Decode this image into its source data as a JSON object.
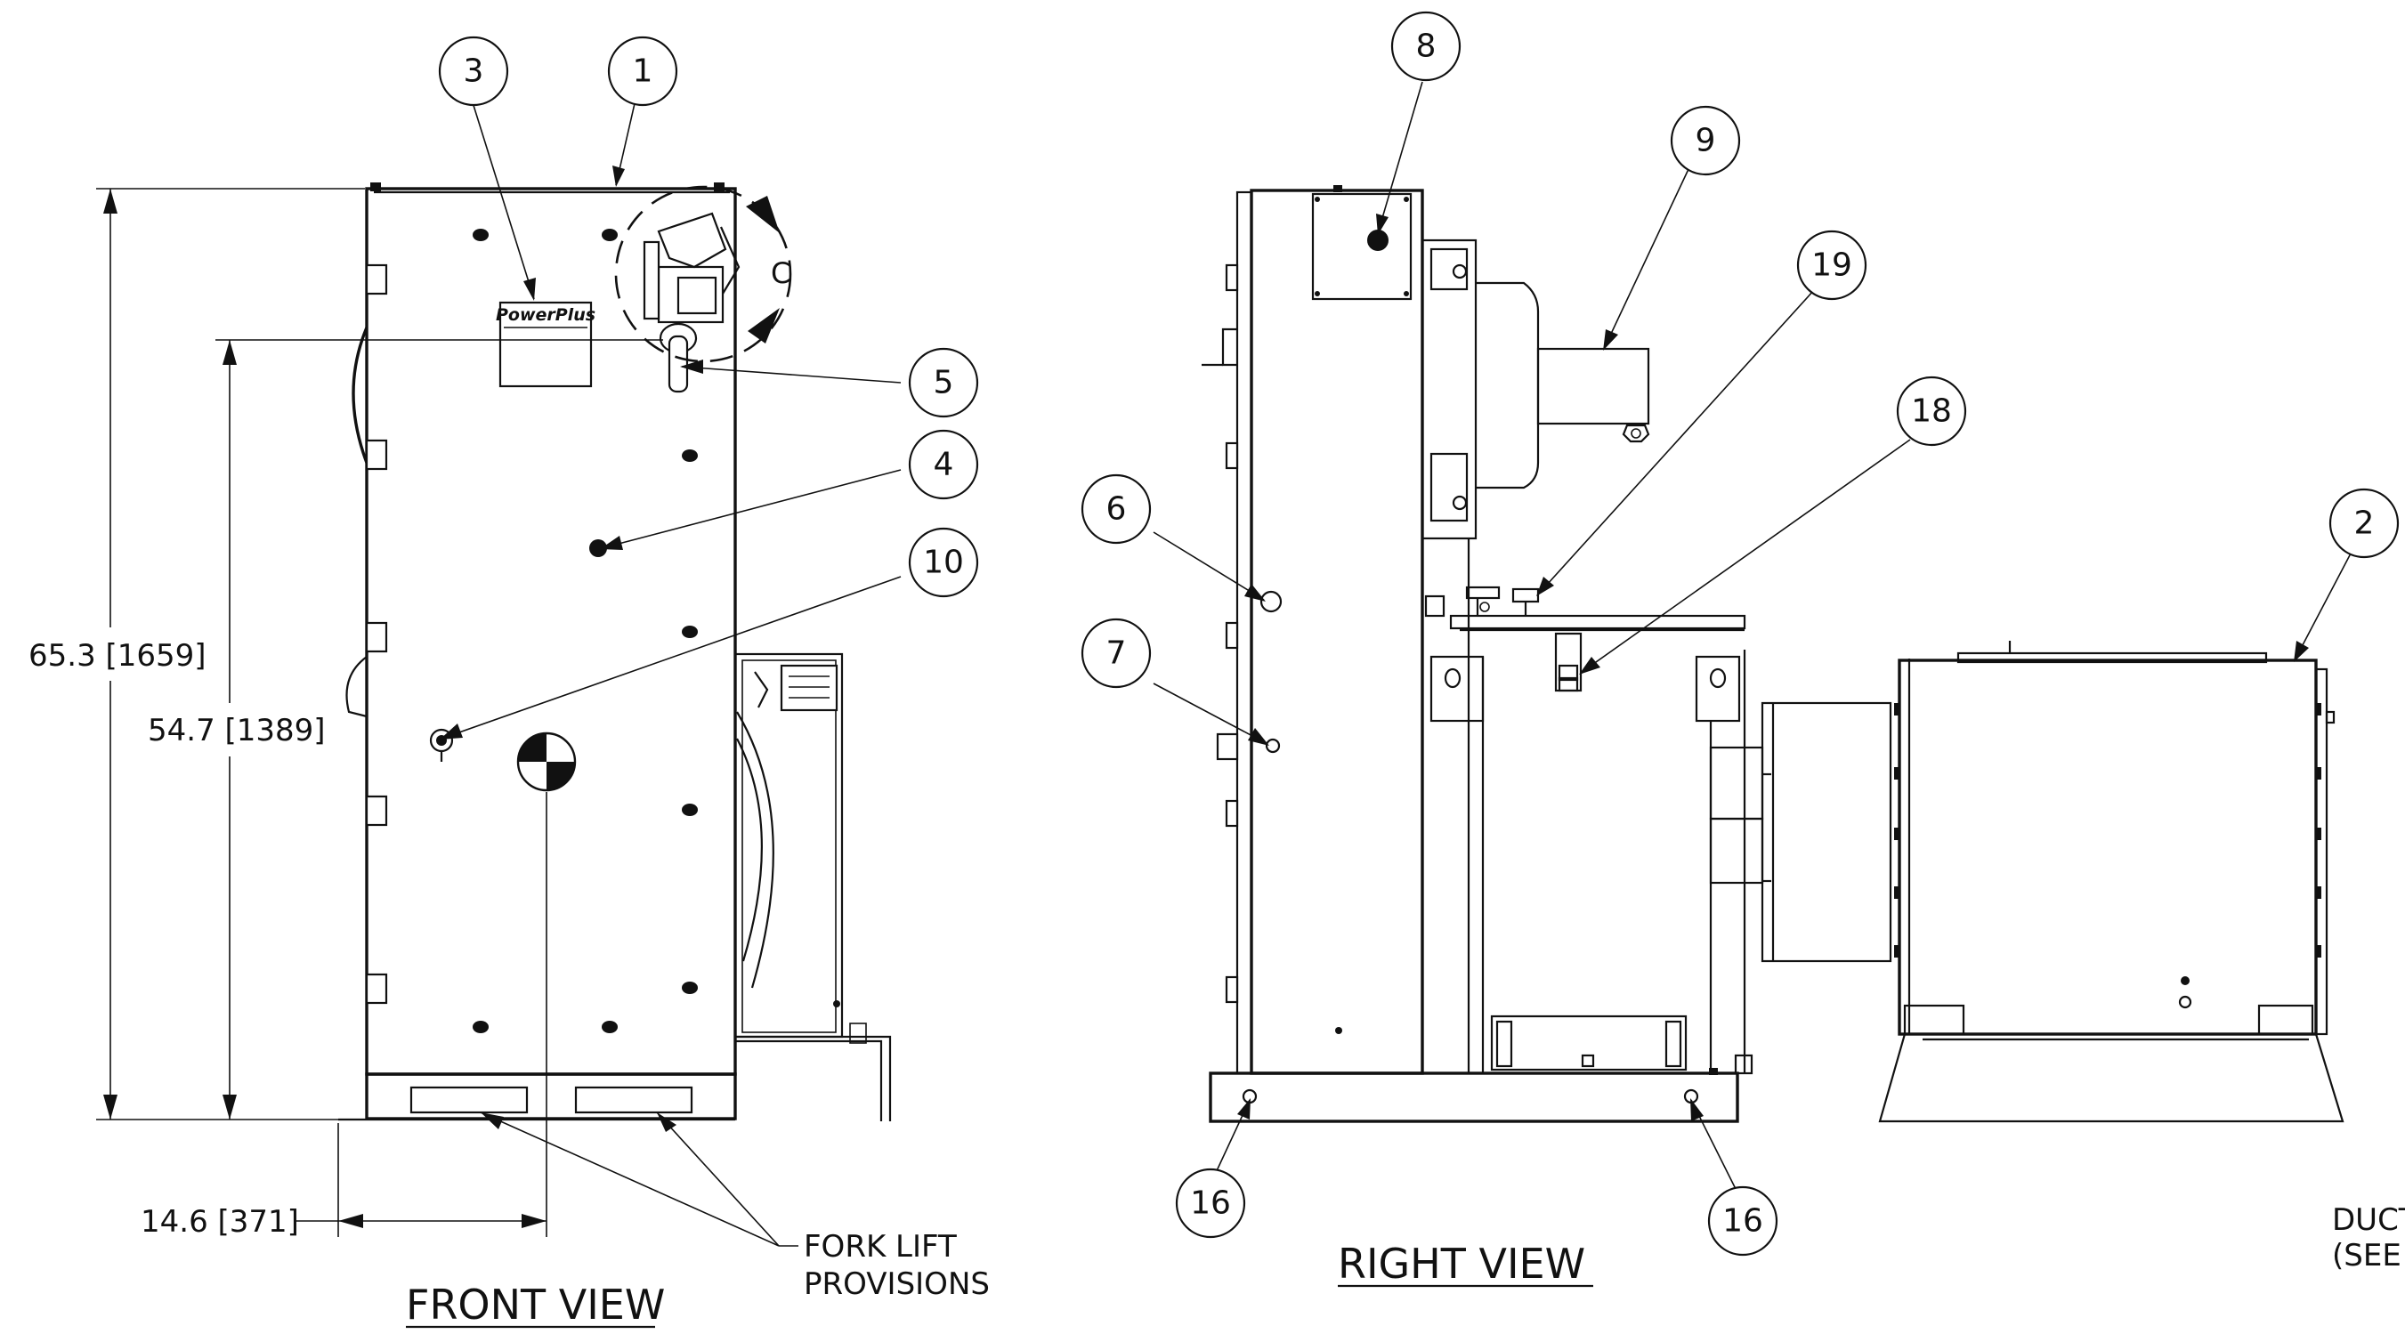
{
  "views": {
    "front_title": "FRONT VIEW",
    "right_title": "RIGHT VIEW"
  },
  "dimensions": {
    "overall_height": "65.3 [1659]",
    "cabinet_height": "54.7 [1389]",
    "cg_offset": "14.6 [371]"
  },
  "notes": {
    "forklift_line1": "FORK LIFT",
    "forklift_line2": "PROVISIONS",
    "duct_line1": "DUCT",
    "duct_line2": "(SEE",
    "detail_label": "C",
    "brand_plate": "PowerPlus"
  },
  "balloons": {
    "b1": "1",
    "b2": "2",
    "b3": "3",
    "b4": "4",
    "b5": "5",
    "b6": "6",
    "b7": "7",
    "b8": "8",
    "b9": "9",
    "b10": "10",
    "b16a": "16",
    "b16b": "16",
    "b18": "18",
    "b19": "19"
  }
}
